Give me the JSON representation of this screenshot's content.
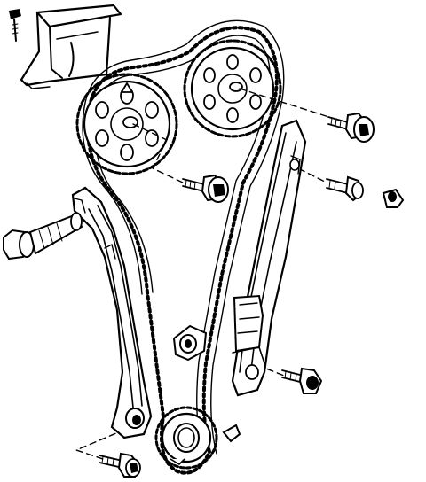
{
  "figure": {
    "background_color": "#ffffff",
    "line_color": "#000000",
    "parts": [
      "bracket-cover",
      "exhaust-camshaft-sprocket",
      "intake-camshaft-sprocket",
      "timing-chain",
      "tensioner-rail",
      "chain-guide-rail",
      "crankshaft-sprocket",
      "pivot-bolt",
      "sprocket-bolt",
      "guide-bolt",
      "tensioner-plug",
      "guide-pin-bushing",
      "crank-key",
      "rail-bolt",
      "bracket-bolt"
    ]
  }
}
